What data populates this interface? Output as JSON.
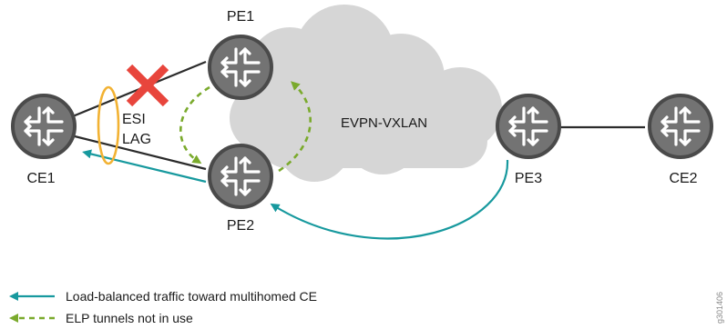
{
  "nodes": {
    "ce1": "CE1",
    "ce2": "CE2",
    "pe1": "PE1",
    "pe2": "PE2",
    "pe3": "PE3"
  },
  "cloud": {
    "label": "EVPN-VXLAN"
  },
  "esi_lag": {
    "line1": "ESI",
    "line2": "LAG"
  },
  "legend": {
    "load_balanced": "Load-balanced traffic toward multihomed CE",
    "elp_tunnels": "ELP tunnels not in use"
  },
  "figure_id": "g301406",
  "colors": {
    "router_fill": "#737373",
    "router_stroke": "#4a4a4a",
    "link": "#2b2b2b",
    "cloud": "#d6d6d6",
    "teal": "#17999e",
    "green": "#7aaa2c",
    "red_x": "#e8453c",
    "esi_ring": "#f2b233"
  },
  "icons": {
    "router": "router-icon",
    "failure": "failure-x-icon"
  }
}
